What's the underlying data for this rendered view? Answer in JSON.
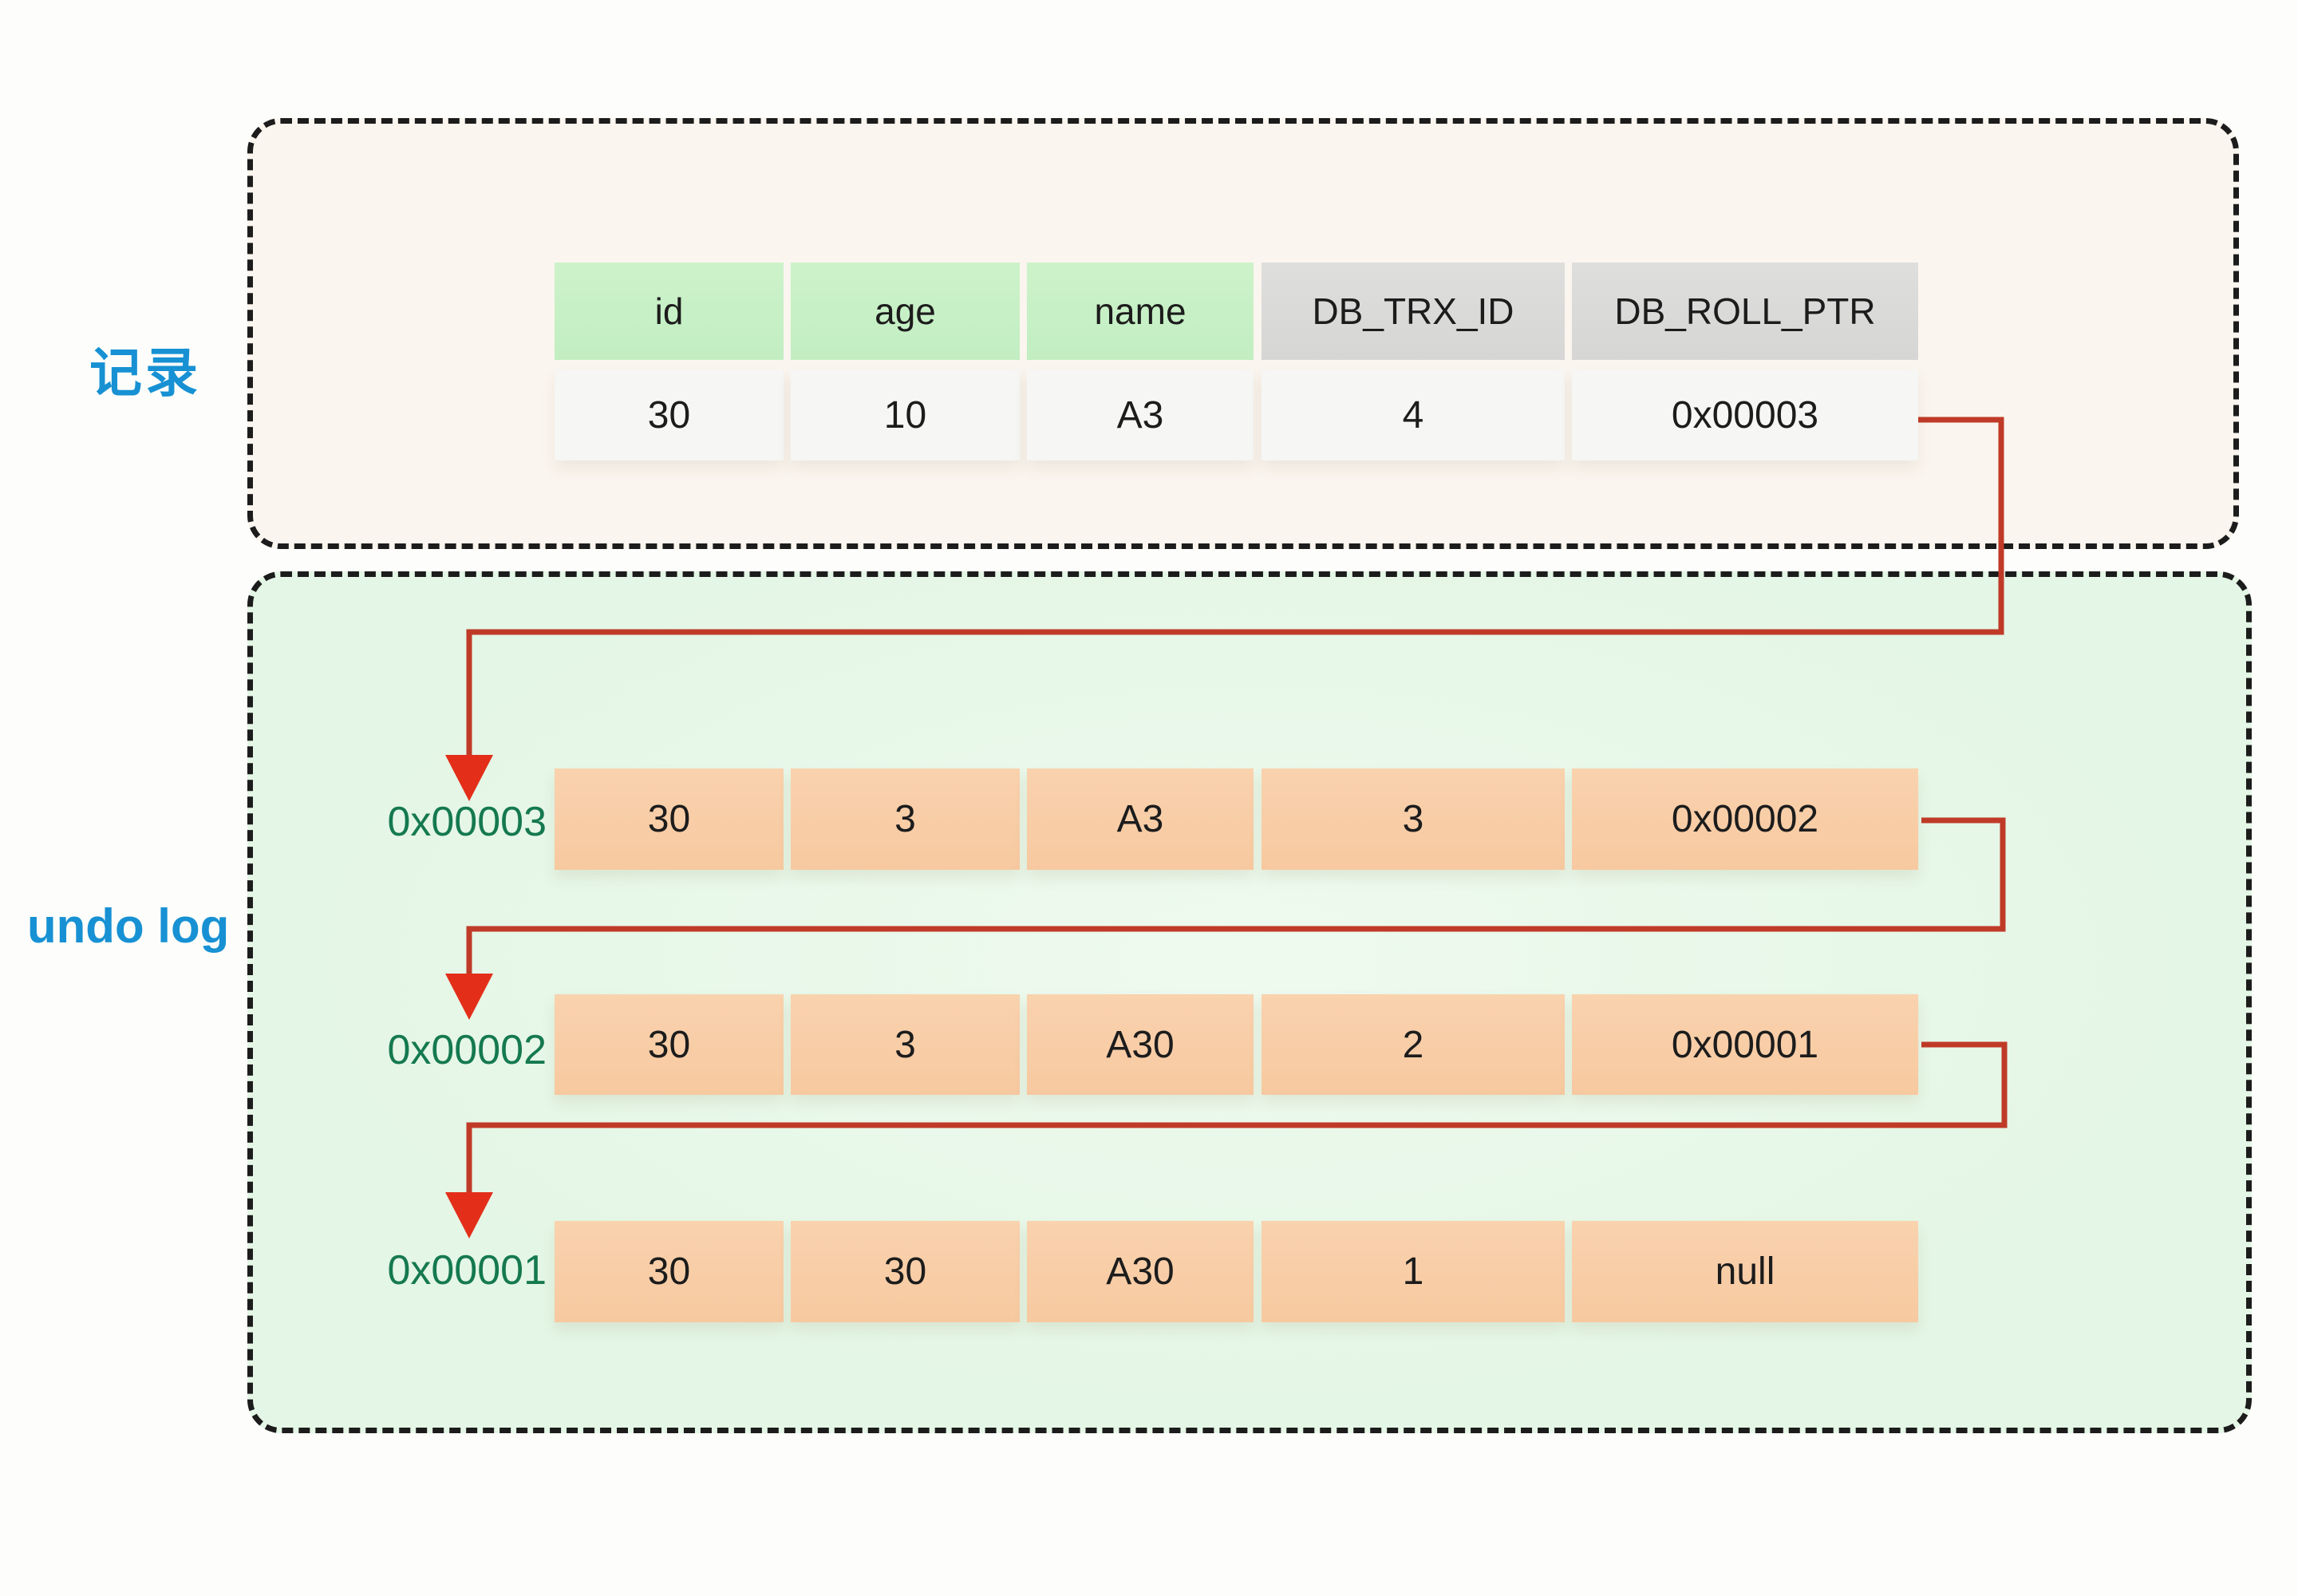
{
  "labels": {
    "record": "记录",
    "undo_log": "undo log"
  },
  "record_table": {
    "headers": [
      "id",
      "age",
      "name",
      "DB_TRX_ID",
      "DB_ROLL_PTR"
    ],
    "row": [
      "30",
      "10",
      "A3",
      "4",
      "0x00003"
    ]
  },
  "undo_log": {
    "rows": [
      {
        "pointer": "0x00003",
        "cells": [
          "30",
          "3",
          "A3",
          "3",
          "0x00002"
        ]
      },
      {
        "pointer": "0x00002",
        "cells": [
          "30",
          "3",
          "A30",
          "2",
          "0x00001"
        ]
      },
      {
        "pointer": "0x00001",
        "cells": [
          "30",
          "30",
          "A30",
          "1",
          "null"
        ]
      }
    ]
  },
  "colors": {
    "label_blue": "#1791d3",
    "pointer_green": "#15794f",
    "arrow_line_red": "#c03a28",
    "arrow_head_red": "#e32f1a",
    "header_green_bg": "#c6efc4",
    "header_gray_bg": "#dadad9",
    "record_row_bg": "#f6f6f4",
    "undo_cell_bg": "#f8cca6",
    "record_box_bg": "#faf5ee",
    "undo_box_bg": "#e6f7e7",
    "dashed_border": "#1c1c1c"
  }
}
